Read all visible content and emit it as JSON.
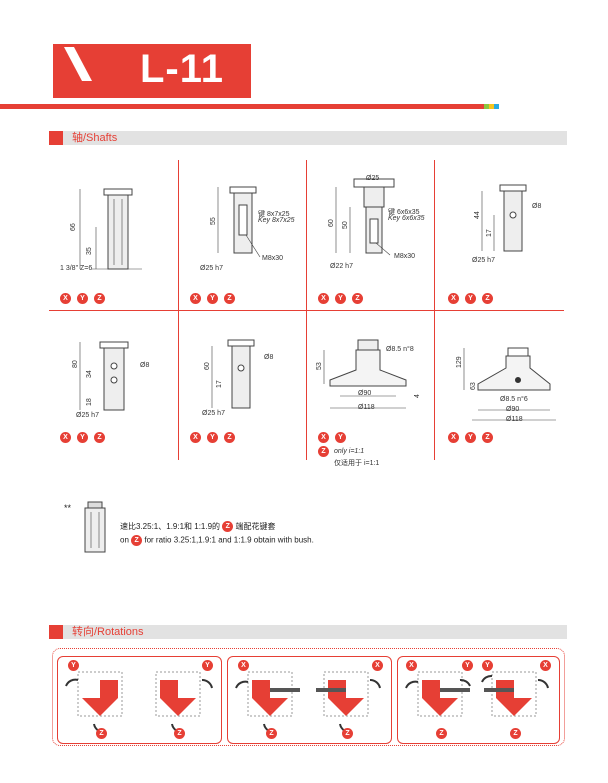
{
  "header": {
    "title": "L-11",
    "accent_color": "#e63f35"
  },
  "sections": {
    "shafts": "轴/Shafts",
    "rotations": "转向/Rotations"
  },
  "axes": [
    "X",
    "Y",
    "Z"
  ],
  "shafts": [
    {
      "dims": [
        "66",
        "35",
        "1 3/8\" Z=6"
      ]
    },
    {
      "dims": [
        "55",
        "Ø25 h7",
        "M8x30"
      ],
      "key_cn": "键  8x7x25",
      "key_en": "Key 8x7x25"
    },
    {
      "dims": [
        "Ø25",
        "60",
        "50",
        "Ø22 h7",
        "M8x30"
      ],
      "key_cn": "键  6x6x35",
      "key_en": "Key 6x6x35"
    },
    {
      "dims": [
        "44",
        "17",
        "Ø8",
        "Ø25 h7"
      ]
    },
    {
      "dims": [
        "80",
        "34",
        "18",
        "Ø8",
        "Ø25 h7"
      ]
    },
    {
      "dims": [
        "60",
        "17",
        "Ø8",
        "Ø25 h7"
      ]
    },
    {
      "dims": [
        "53",
        "Ø8.5 n°8",
        "Ø90",
        "Ø118",
        "4"
      ],
      "note_z": "only i=1:1",
      "note_cn": "仅适用于 i=1:1"
    },
    {
      "dims": [
        "129",
        "63",
        "Ø8.5 n°6",
        "Ø90",
        "Ø118"
      ]
    }
  ],
  "bush_note": {
    "marker": "**",
    "cn_pre": "速比3.25:1、1.9:1和 1:1.9的",
    "cn_post": "端配花键套",
    "en_pre": "on",
    "en_post": "for ratio 3.25:1,1.9:1 and 1:1.9 obtain with bush."
  },
  "rotations": [
    {
      "labels": [
        "Y",
        "Z"
      ]
    },
    {
      "labels": [
        "Y",
        "Z"
      ]
    },
    {
      "labels": [
        "X",
        "Z"
      ]
    },
    {
      "labels": [
        "X",
        "Z"
      ]
    },
    {
      "labels": [
        "X",
        "Y",
        "Z"
      ]
    },
    {
      "labels": [
        "Y",
        "X",
        "Z"
      ]
    }
  ]
}
